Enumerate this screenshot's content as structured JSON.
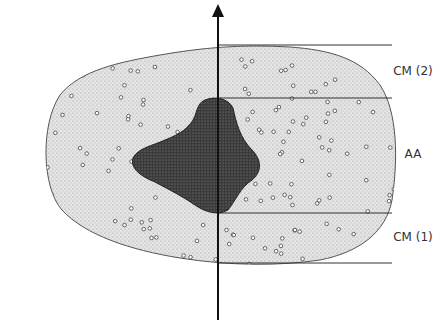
{
  "diagram": {
    "labels": [
      "CM (2)",
      "AA",
      "CM (1)"
    ]
  }
}
